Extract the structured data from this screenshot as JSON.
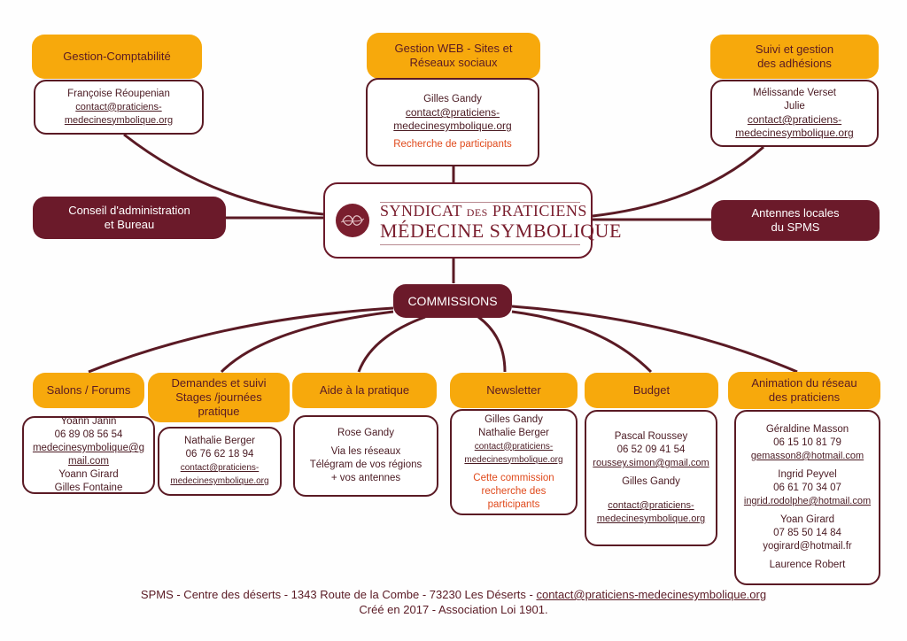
{
  "colors": {
    "orange": "#f7a90c",
    "dark": "#6b1a2a",
    "text": "#5a1a24",
    "highlight": "#e04a1c"
  },
  "logo": {
    "icon": "infinity-ribbon-icon",
    "line1_a": "SYNDICAT",
    "line1_b": "DES",
    "line1_c": "PRATICIENS",
    "line2": "MÉDECINE SYMBOLIQUE"
  },
  "top": {
    "compta": {
      "title": "Gestion-Comptabilité",
      "name": "Françoise Réoupenian",
      "email_1": "contact@praticiens-",
      "email_2": "medecinesymbolique.org"
    },
    "web": {
      "title_1": "Gestion WEB - Sites et",
      "title_2": "Réseaux sociaux",
      "name": "Gilles Gandy",
      "email_1": "contact@praticiens-",
      "email_2": "medecinesymbolique.org",
      "note": "Recherche de participants"
    },
    "adhesions": {
      "title_1": "Suivi et gestion",
      "title_2": "des adhésions",
      "name_1": "Mélissande Verset",
      "name_2": "Julie",
      "email_1": "contact@praticiens-",
      "email_2": "medecinesymbolique.org"
    }
  },
  "side": {
    "conseil_1": "Conseil d'administration",
    "conseil_2": "et Bureau",
    "antennes_1": "Antennes locales",
    "antennes_2": "du SPMS"
  },
  "commissions": {
    "title": "COMMISSIONS",
    "salons": {
      "title": "Salons / Forums",
      "lines": [
        "Yoann Janin",
        "06 89 08 56 54"
      ],
      "email_1": "medecinesymbolique@g",
      "email_2": "mail.com",
      "lines_after": [
        "Yoann Girard",
        "Gilles Fontaine"
      ]
    },
    "stages": {
      "title_1": "Demandes et suivi",
      "title_2": "Stages /journées",
      "title_3": "pratique",
      "name": "Nathalie Berger",
      "phone": "06 76 62 18 94",
      "email_1": "contact@praticiens-",
      "email_2": "medecinesymbolique.org"
    },
    "aide": {
      "title": "Aide à la pratique",
      "name": "Rose Gandy",
      "line_1": "Via les réseaux",
      "line_2": "Télégram de vos régions",
      "line_3": "+ vos antennes"
    },
    "newsletter": {
      "title": "Newsletter",
      "name_1": "Gilles Gandy",
      "name_2": "Nathalie Berger",
      "email_1": "contact@praticiens-",
      "email_2": "medecinesymbolique.org",
      "note_1": "Cette commission",
      "note_2": "recherche des",
      "note_3": "participants"
    },
    "budget": {
      "title": "Budget",
      "name_1": "Pascal Roussey",
      "phone_1": "06 52 09 41 54",
      "email_a": "roussey.simon@gmail.com",
      "name_2": "Gilles Gandy",
      "email_1": "contact@praticiens-",
      "email_2": "medecinesymbolique.org"
    },
    "animation": {
      "title_1": "Animation du réseau",
      "title_2": "des praticiens",
      "p1_name": "Géraldine Masson",
      "p1_phone": "06 15 10 81 79",
      "p1_email": "gemasson8@hotmail.com",
      "p2_name": "Ingrid Peyvel",
      "p2_phone": "06 61 70 34 07",
      "p2_email": "ingrid.rodolphe@hotmail.com",
      "p3_name": "Yoan Girard",
      "p3_phone": "07 85 50 14 84",
      "p3_email": "yogirard@hotmail.fr",
      "p4_name": "Laurence Robert"
    }
  },
  "footer": {
    "line1_text": "SPMS - Centre des déserts - 1343 Route de la Combe - 73230 Les Déserts - ",
    "line1_email": "contact@praticiens-medecinesymbolique.org",
    "line2": "Créé en 2017 - Association Loi 1901."
  }
}
